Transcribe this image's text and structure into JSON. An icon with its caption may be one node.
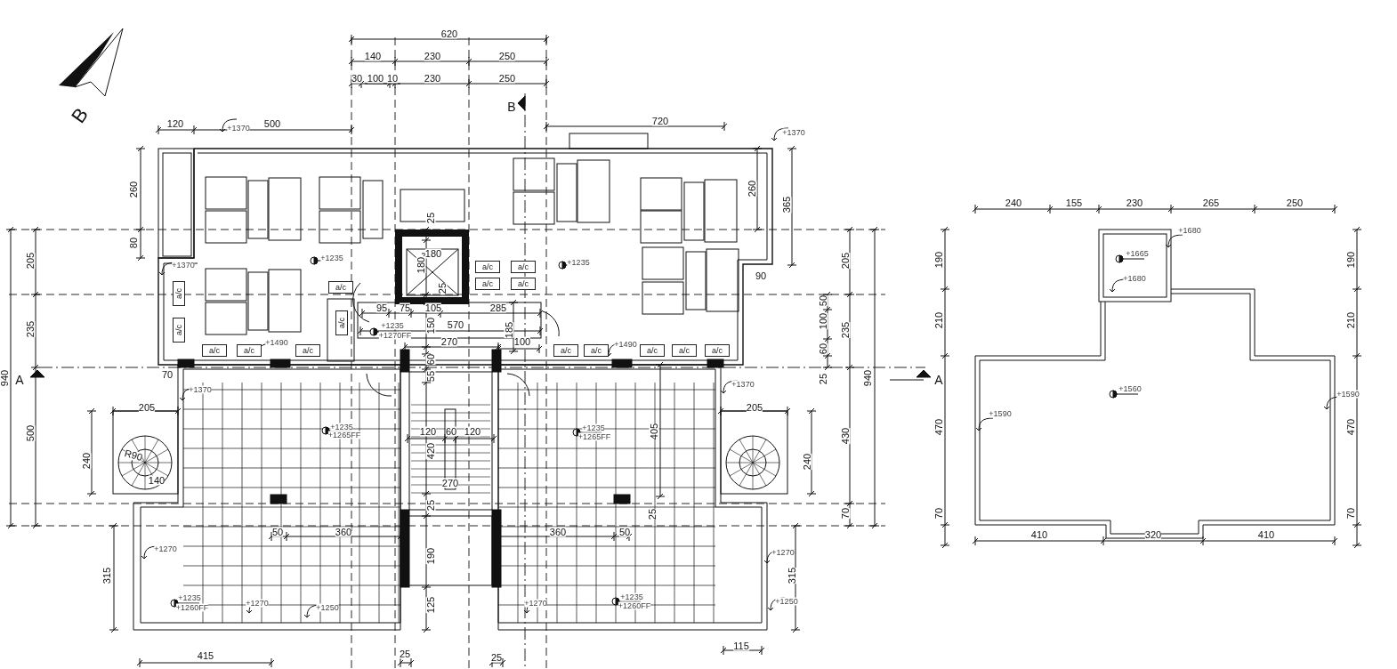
{
  "diagram": {
    "nodes": [
      {
        "text": [
          "a/c"
        ]
      },
      {
        "text": [
          "a/c"
        ]
      },
      {
        "text": [
          "a/c"
        ]
      },
      {
        "text": [
          "a/c"
        ]
      },
      {
        "text": [
          "a/c"
        ]
      },
      {
        "text": [
          "a/c"
        ]
      },
      {
        "text": [
          "a/c"
        ]
      },
      {
        "text": [
          "a/c"
        ]
      },
      {
        "text": [
          "a/c"
        ]
      },
      {
        "text": [
          "a/c"
        ]
      },
      {
        "text": [
          "a/c"
        ]
      },
      {
        "text": [
          "a/c"
        ]
      },
      {
        "text": [
          "a/c"
        ]
      },
      {
        "text": [
          "a/c"
        ]
      },
      {
        "text": [
          "a/c"
        ]
      },
      {
        "text": [
          "a/c"
        ]
      }
    ],
    "labels": [
      "620",
      "140",
      "230",
      "250",
      "30",
      "100",
      "10",
      "230",
      "250",
      "B",
      "B",
      "120",
      "+1370",
      "500",
      "720",
      "+1370",
      "260",
      "80",
      "260",
      "365",
      "205",
      "235",
      "940",
      "500",
      "+1370",
      "+1235",
      "+1235",
      "25",
      "180",
      "180",
      "90",
      "25",
      "95",
      "75",
      "105",
      "285",
      "+1235",
      "+1270FF",
      "150",
      "570",
      "185",
      "+1490",
      "270",
      "100",
      "+1490",
      "205",
      "50",
      "100",
      "235",
      "60",
      "25",
      "940",
      "430",
      "70",
      "A",
      "70",
      "60",
      "55",
      "A",
      "+1370",
      "+1370",
      "205",
      "205",
      "+1235",
      "+1265FF",
      "+1235",
      "+1265FF",
      "120",
      "60",
      "120",
      "405",
      "240",
      "R90",
      "140",
      "240",
      "420",
      "270",
      "25",
      "25",
      "50",
      "360",
      "360",
      "50",
      "+1270",
      "+1270",
      "315",
      "190",
      "315",
      "+1235",
      "+1260FF",
      "+1235",
      "+1260FF",
      "+1270",
      "+1250",
      "+1270",
      "+1250",
      "125",
      "415",
      "25",
      "25",
      "115",
      "240",
      "155",
      "230",
      "265",
      "250",
      "+1680",
      "+1665",
      "+1680",
      "190",
      "190",
      "210",
      "210",
      "+1560",
      "+1590",
      "+1590",
      "470",
      "470",
      "70",
      "70",
      "410",
      "320",
      "410"
    ]
  }
}
